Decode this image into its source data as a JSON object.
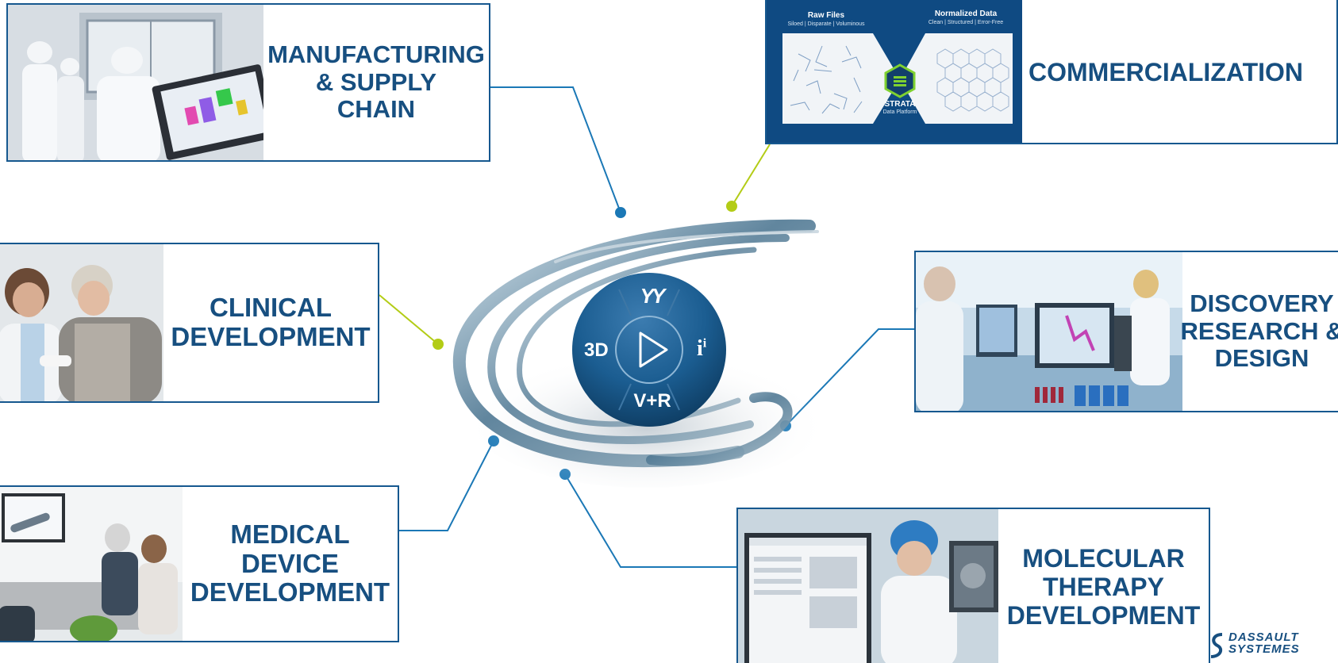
{
  "cards": {
    "manufacturing": {
      "lines": [
        "MANUFACTURING",
        "& SUPPLY",
        "CHAIN"
      ]
    },
    "commercialization": {
      "lines": [
        "COMMERCIALIZATION"
      ],
      "graphic": {
        "raw_title": "Raw Files",
        "raw_sub": "Siloed | Disparate | Voluminous",
        "norm_title": "Normalized Data",
        "norm_sub": "Clean | Structured | Error-Free",
        "platform_name": "STRATA",
        "platform_sub": "Data Platform"
      }
    },
    "clinical": {
      "lines": [
        "CLINICAL",
        "DEVELOPMENT"
      ]
    },
    "discovery": {
      "lines": [
        "DISCOVERY",
        "RESEARCH &",
        "DESIGN"
      ]
    },
    "medical": {
      "lines": [
        "MEDICAL",
        "DEVICE",
        "DEVELOPMENT"
      ]
    },
    "molecular": {
      "lines": [
        "MOLECULAR",
        "THERAPY",
        "DEVELOPMENT"
      ]
    }
  },
  "hub": {
    "top_glyph": "YY",
    "left_label": "3D",
    "right_label": "i",
    "right_sup": "i",
    "bottom_label": "V+R"
  },
  "logo": {
    "line1": "DASSAULT",
    "line2": "SYSTEMES"
  },
  "colors": {
    "primary": "#174f80",
    "connector_blue": "#1b78b6",
    "connector_green": "#b3cc16",
    "border": "#16588f"
  },
  "icons": [
    "compass-icon",
    "play-icon",
    "strata-hexagon-icon",
    "dassault-logo-icon"
  ]
}
